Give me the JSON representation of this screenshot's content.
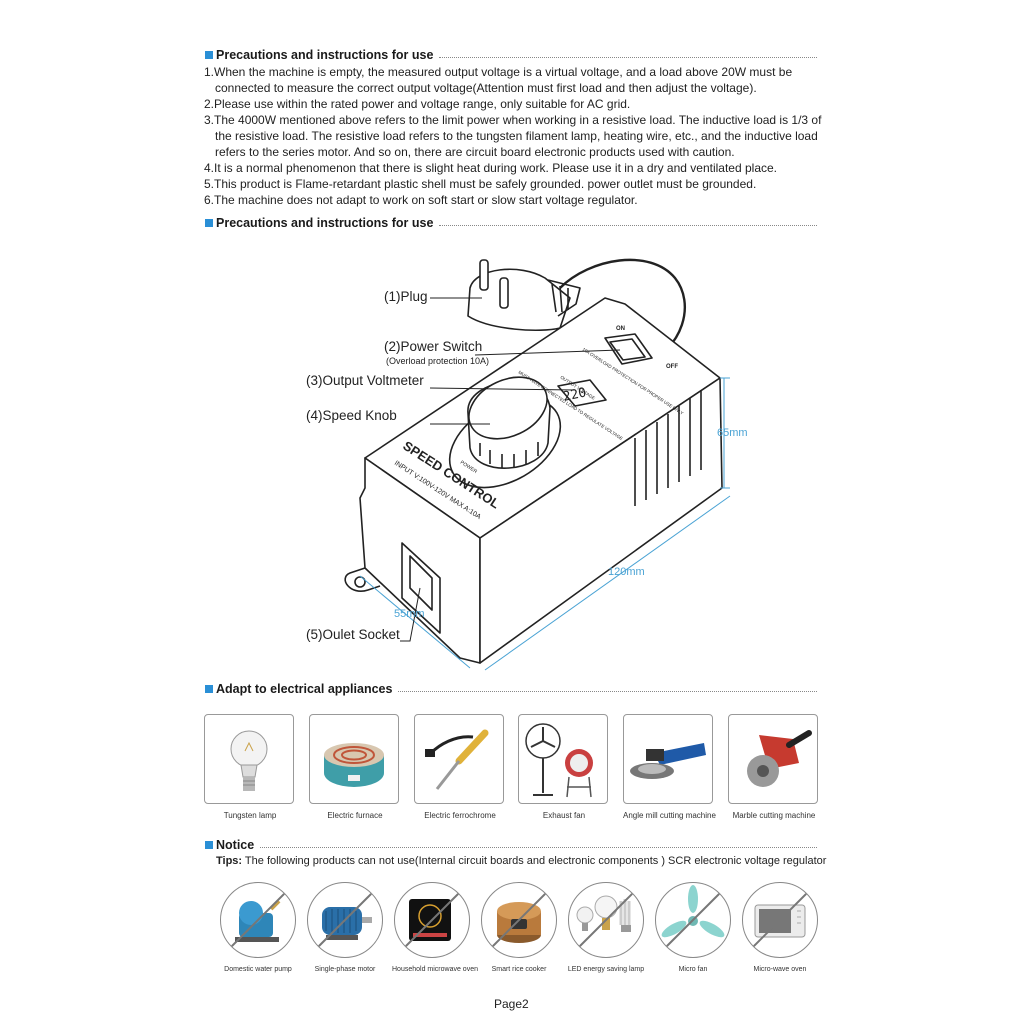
{
  "sections": {
    "precautions_1": "Precautions and instructions for use",
    "precautions_2": "Precautions and instructions for use",
    "adapt": "Adapt to electrical appliances",
    "notice": "Notice"
  },
  "instructions": [
    "1.When the machine is empty, the measured output voltage is a virtual voltage, and a load above 20W must be connected to measure the correct output voltage(Attention must first load and then adjust the voltage).",
    "2.Please use within the rated power and voltage range, only suitable for AC grid.",
    "3.The 4000W mentioned above refers to the limit power when working in a resistive load. The inductive load is 1/3 of the resistive load. The resistive load refers to the tungsten filament lamp, heating wire, etc., and the inductive load refers to the series motor. And so on, there are circuit board electronic products used with caution.",
    "4.It is a normal phenomenon that there is slight heat during work. Please use it in a dry and ventilated place.",
    "5.This product is Flame-retardant plastic shell must be safely grounded. power outlet must be grounded.",
    "6.The machine does not adapt to work on soft start or slow start voltage regulator."
  ],
  "diagram": {
    "labels": {
      "plug": "(1)Plug",
      "power_switch": "(2)Power Switch",
      "overload": "(Overload protection 10A)",
      "voltmeter": "(3)Output Voltmeter",
      "knob": "(4)Speed Knob",
      "socket": "(5)Oulet Socket"
    },
    "dimensions": {
      "height": "65mm",
      "length": "120mm",
      "width": "55mm"
    },
    "device_text": {
      "brand": "SPEED CONTROL",
      "rating": "INPUT V:100V-120V   MAX A:10A",
      "display": "220",
      "on": "ON",
      "off": "OFF",
      "warning": "10A OVERLOAD PROTECTION FOR PROPER USE ONLY",
      "output_voltage": "OUTPUT VOLTAGE",
      "hint": "MUST HAVE CONNECTED LOAD TO REGULATE VOLTAGE",
      "power": "POWER"
    },
    "colors": {
      "dimension": "#4aa3d4"
    }
  },
  "appliances": [
    {
      "label": "Tungsten lamp",
      "icon": "light-bulb-icon"
    },
    {
      "label": "Electric furnace",
      "icon": "electric-furnace-icon"
    },
    {
      "label": "Electric ferrochrome",
      "icon": "soldering-iron-icon"
    },
    {
      "label": "Exhaust fan",
      "icon": "exhaust-fan-icon"
    },
    {
      "label": "Angle mill cutting machine",
      "icon": "angle-grinder-icon"
    },
    {
      "label": "Marble cutting machine",
      "icon": "marble-cutter-icon"
    }
  ],
  "tips": {
    "prefix": "Tips:",
    "text": " The following products can not use(Internal circuit boards and  electronic components ) SCR electronic voltage regulator"
  },
  "prohibited": [
    {
      "label": "Domestic water pump",
      "icon": "water-pump-icon"
    },
    {
      "label": "Single-phase motor",
      "icon": "electric-motor-icon"
    },
    {
      "label": "Household microwave oven",
      "icon": "induction-cooker-icon"
    },
    {
      "label": "Smart rice cooker",
      "icon": "rice-cooker-icon"
    },
    {
      "label": "LED energy saving lamp",
      "icon": "led-lamp-icon"
    },
    {
      "label": "Micro fan",
      "icon": "ceiling-fan-icon"
    },
    {
      "label": "Micro-wave oven",
      "icon": "microwave-icon"
    }
  ],
  "page": "Page2",
  "accent_color": "#2a8fd6"
}
